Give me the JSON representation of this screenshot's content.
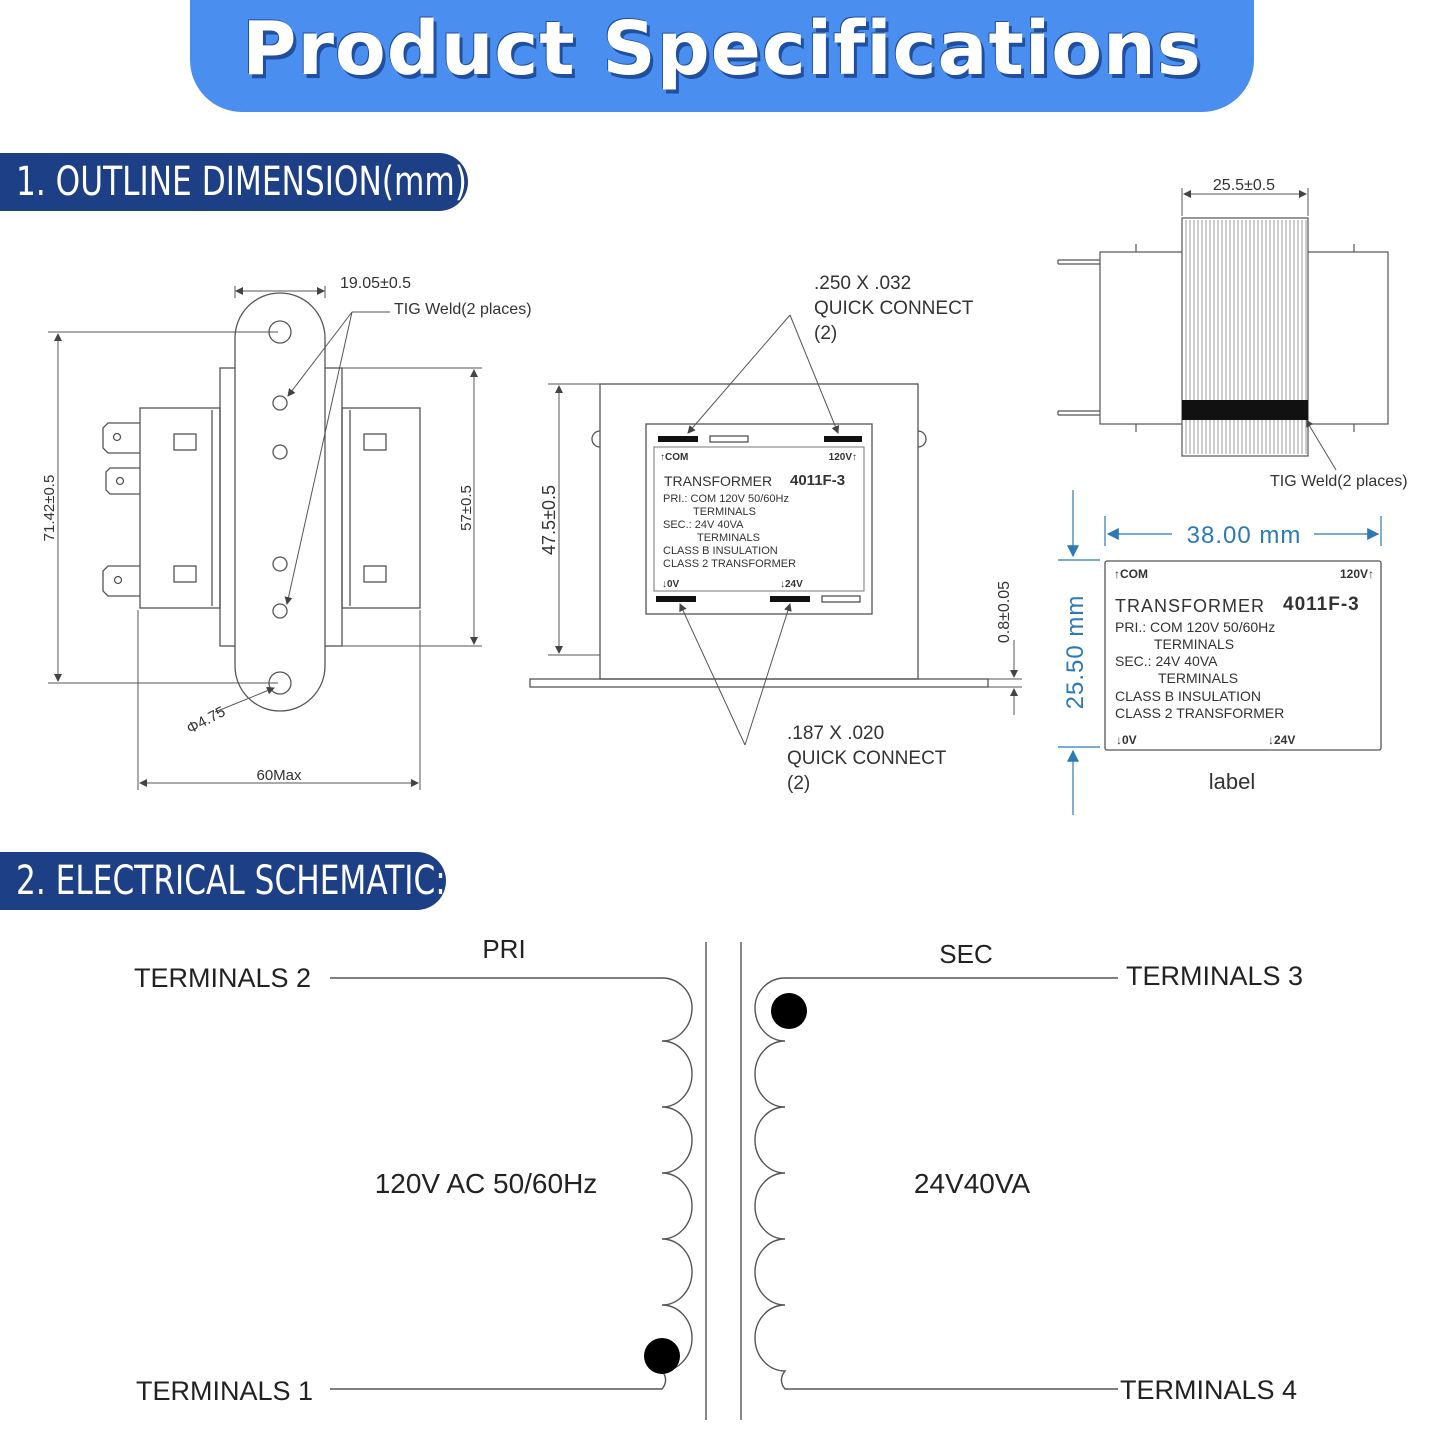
{
  "header": {
    "title": "Product Specifications"
  },
  "colors": {
    "banner": "#4a8ff0",
    "tab": "#1c3f85",
    "line": "#555555",
    "dimension_blue": "#2b79b7"
  },
  "sections": {
    "outline": "1. OUTLINE DIMENSION(mm):",
    "schematic": "2. ELECTRICAL SCHEMATIC:"
  },
  "front_view": {
    "width_dim": "19.05±0.5",
    "tig_weld": "TIG Weld(2 places)",
    "height_dim": "71.42±0.5",
    "core_height": "57±0.5",
    "hole_dim": "Φ4.75",
    "max_width": "60Max"
  },
  "side_view": {
    "quick_connect_top_size": ".250 X .032",
    "quick_connect_top_label": "QUICK CONNECT",
    "quick_connect_top_count": "(2)",
    "quick_connect_bottom_size": ".187 X .020",
    "quick_connect_bottom_label": "QUICK CONNECT",
    "quick_connect_bottom_count": "(2)",
    "height_dim": "47.5±0.5",
    "plate_dim": "0.8±0.05"
  },
  "top_view": {
    "width_dim": "25.5±0.5",
    "tig_weld": "TIG Weld(2 places)"
  },
  "label_plate": {
    "com": "COM",
    "v120": "120V",
    "model_prefix": "TRANSFORMER",
    "model": "4011F-3",
    "pri_line": "PRI.: COM  120V 50/60Hz",
    "pri_terminals": "TERMINALS",
    "sec_line": "SEC.: 24V   40VA",
    "sec_terminals": "TERMINALS",
    "insulation": "CLASS B INSULATION",
    "class": "CLASS 2 TRANSFORMER",
    "v0": "0V",
    "v24": "24V"
  },
  "label_detail": {
    "width_dim": "38.00 mm",
    "height_dim": "25.50 mm",
    "caption": "label"
  },
  "schematic": {
    "pri": "PRI",
    "sec": "SEC",
    "t1": "TERMINALS 1",
    "t2": "TERMINALS 2",
    "t3": "TERMINALS 3",
    "t4": "TERMINALS 4",
    "pri_rating": "120V AC 50/60Hz",
    "sec_rating": "24V40VA"
  }
}
